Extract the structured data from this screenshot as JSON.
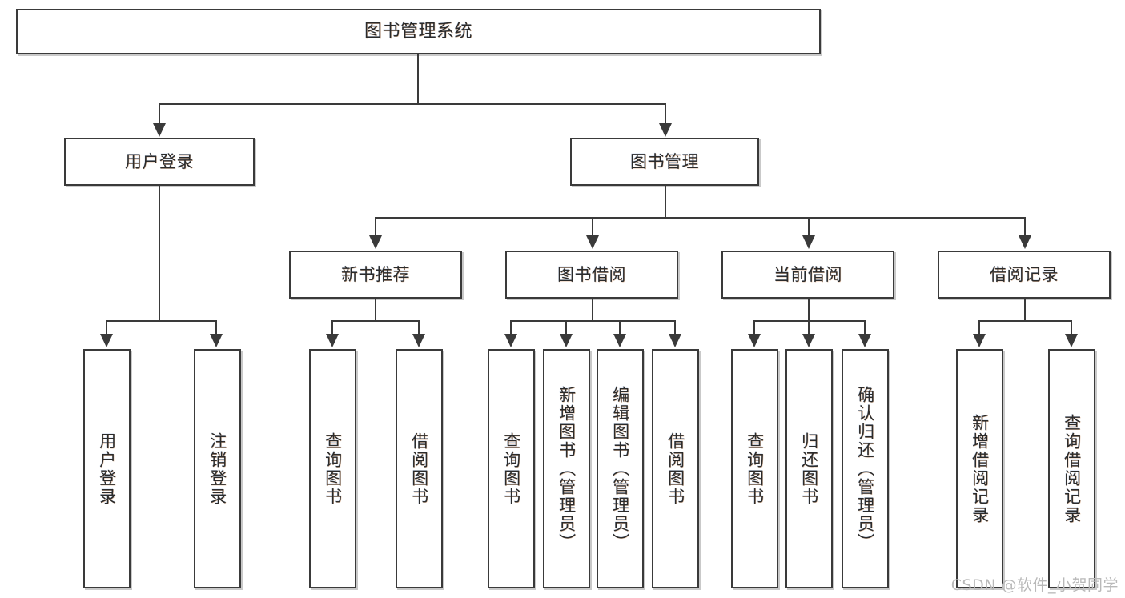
{
  "diagram": {
    "title_node": {
      "label": "图书管理系统"
    },
    "level2": [
      {
        "id": "user-login",
        "label": "用户登录"
      },
      {
        "id": "book-management",
        "label": "图书管理"
      }
    ],
    "level3": [
      {
        "id": "new-book-recommend",
        "label": "新书推荐"
      },
      {
        "id": "book-borrow",
        "label": "图书借阅"
      },
      {
        "id": "current-borrow",
        "label": "当前借阅"
      },
      {
        "id": "borrow-record",
        "label": "借阅记录"
      }
    ],
    "leaves": [
      {
        "id": "leaf-user-login",
        "label": "用户登录",
        "parent": "user-login"
      },
      {
        "id": "leaf-logout",
        "label": "注销登录",
        "parent": "user-login"
      },
      {
        "id": "leaf-query-book-1",
        "label": "查询图书",
        "parent": "new-book-recommend"
      },
      {
        "id": "leaf-borrow-book-1",
        "label": "借阅图书",
        "parent": "new-book-recommend"
      },
      {
        "id": "leaf-query-book-2",
        "label": "查询图书",
        "parent": "book-borrow"
      },
      {
        "id": "leaf-add-book",
        "label": "新增图书（管理员）",
        "parent": "book-borrow"
      },
      {
        "id": "leaf-edit-book",
        "label": "编辑图书（管理员）",
        "parent": "book-borrow"
      },
      {
        "id": "leaf-borrow-book-2",
        "label": "借阅图书",
        "parent": "book-borrow"
      },
      {
        "id": "leaf-query-book-3",
        "label": "查询图书",
        "parent": "current-borrow"
      },
      {
        "id": "leaf-return-book",
        "label": "归还图书",
        "parent": "current-borrow"
      },
      {
        "id": "leaf-confirm-return",
        "label": "确认归还（管理员）",
        "parent": "current-borrow"
      },
      {
        "id": "leaf-add-record",
        "label": "新增借阅记录",
        "parent": "borrow-record"
      },
      {
        "id": "leaf-query-record",
        "label": "查询借阅记录",
        "parent": "borrow-record"
      }
    ]
  },
  "watermark": {
    "text": "CSDN @软件_小贺同学"
  },
  "colors": {
    "stroke": "#3a3a3a",
    "background": "#ffffff",
    "text": "#2b2b2b",
    "shadow": "#c9c9c9",
    "watermark": "#b9b9b9"
  }
}
